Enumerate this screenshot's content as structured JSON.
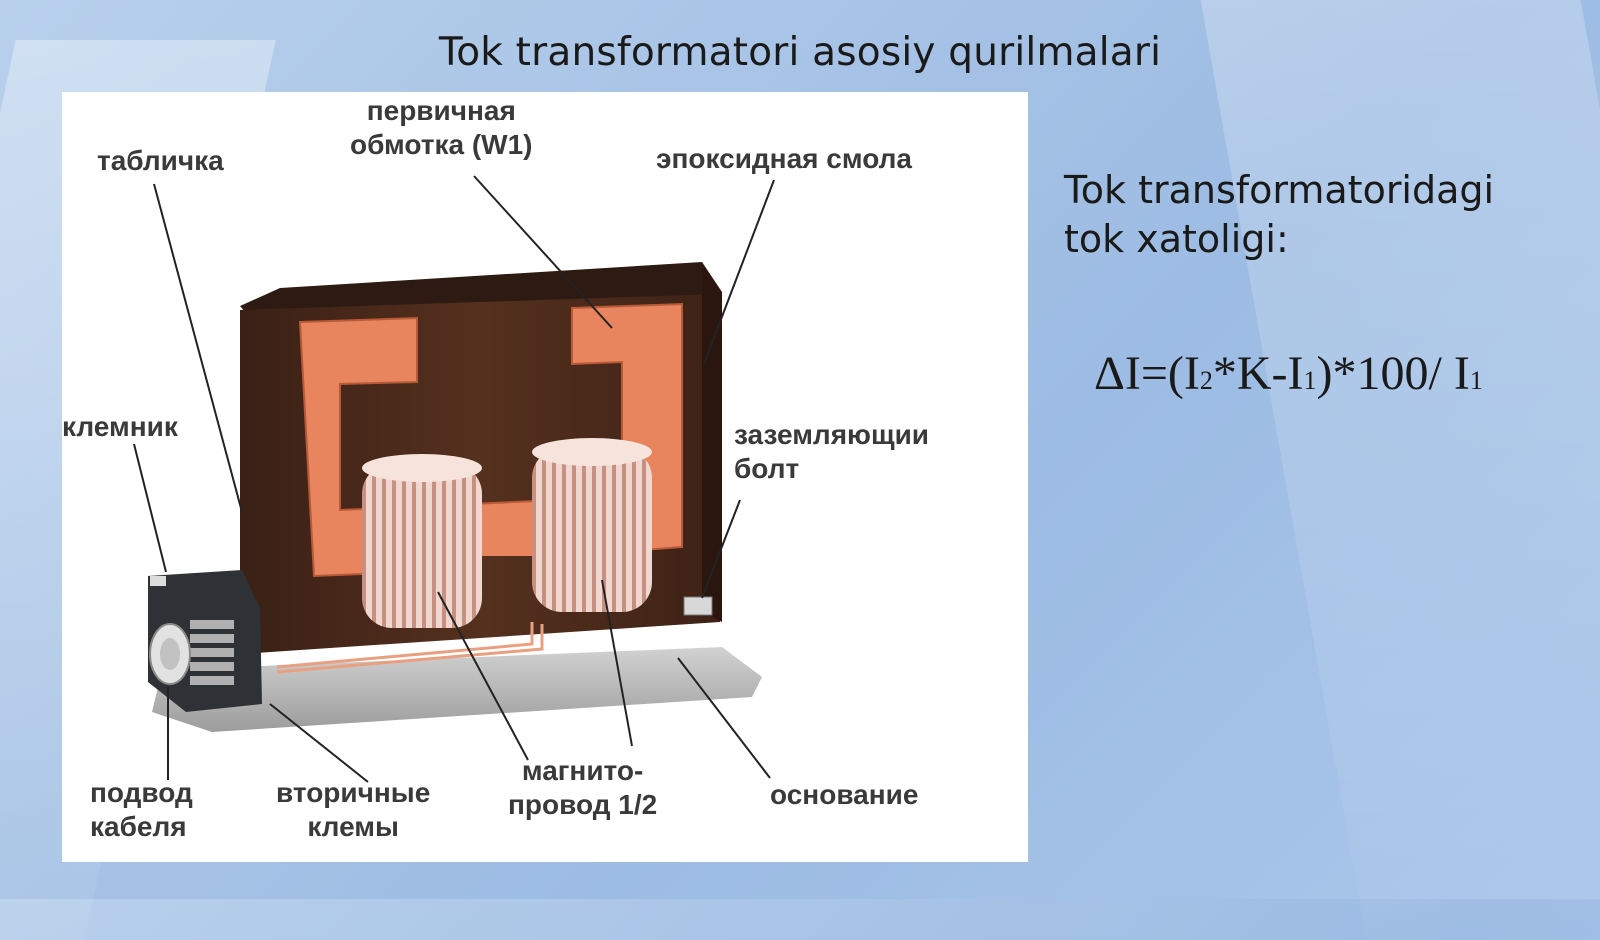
{
  "slide": {
    "title": "Tok transformatori  asosiy qurilmalari",
    "side_heading": "Tok transformatoridagi\ntok xatoligi:",
    "formula": {
      "p1": "ΔI=(I",
      "s1": "2",
      "p2": "*K-I",
      "s2": "1",
      "p3": ")*100/ I",
      "s3": "1"
    }
  },
  "diagram": {
    "labels": {
      "tablichka": "табличка",
      "primary": "первичная\nобмотка (W1)",
      "epoxy": "эпоксидная смола",
      "terminal_block": "клемник",
      "ground_bolt": "заземляющии\nболт",
      "cable": "подвод\nкабеля",
      "secondary": "вторичные\nклемы",
      "magnet": "магнито-\nпровод 1/2",
      "base": "основание"
    },
    "colors": {
      "body": "#4a2a1a",
      "copper": "#e8845e",
      "coil": "#e8c8c0",
      "base": "#b8b8b8"
    }
  }
}
